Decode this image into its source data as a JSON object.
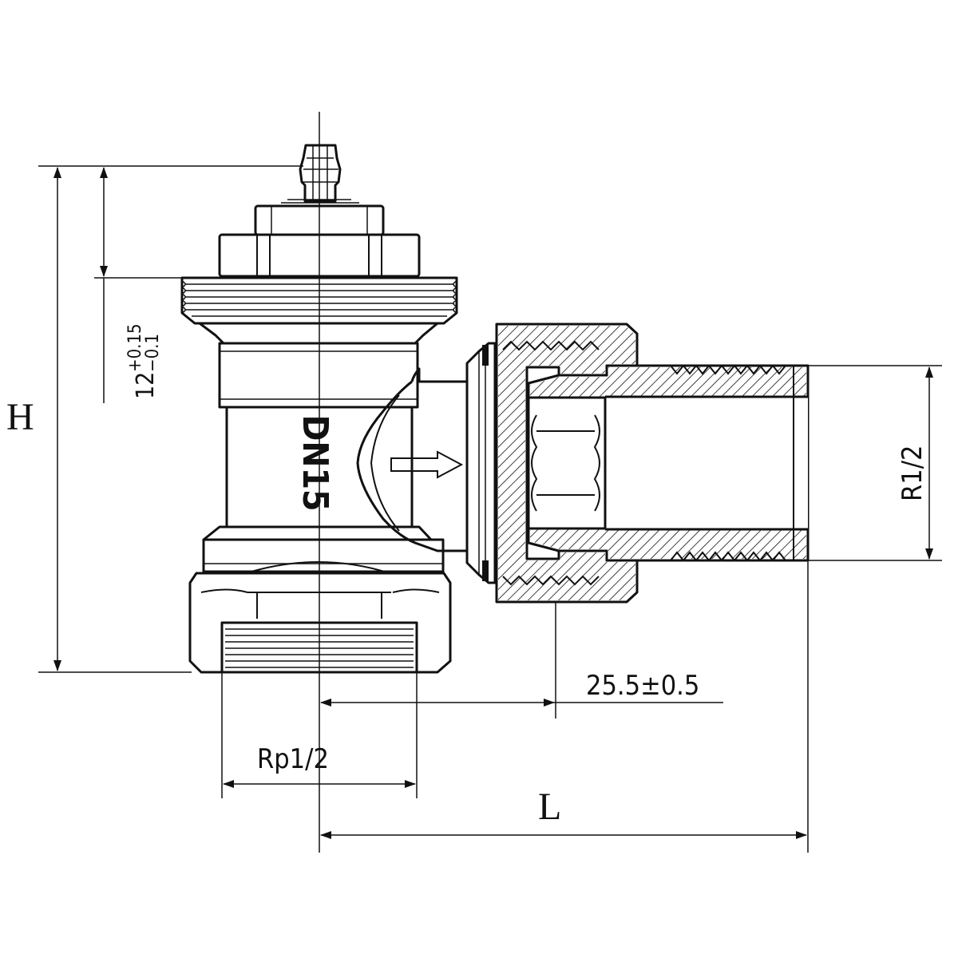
{
  "dimensions": {
    "height_label": "H",
    "length_label": "L",
    "inlet_thread_label": "Rp1/2",
    "outlet_thread_label": "R1/2",
    "insert_offset_label": "25.5±0.5",
    "stem_height_base": "12",
    "stem_tol_upper": "+0.15",
    "stem_tol_lower": "−0.1"
  },
  "body_marking": "DN15",
  "colors": {
    "line": "#111111",
    "background": "#ffffff"
  },
  "icons": {
    "flow": "arrow-right-icon"
  }
}
